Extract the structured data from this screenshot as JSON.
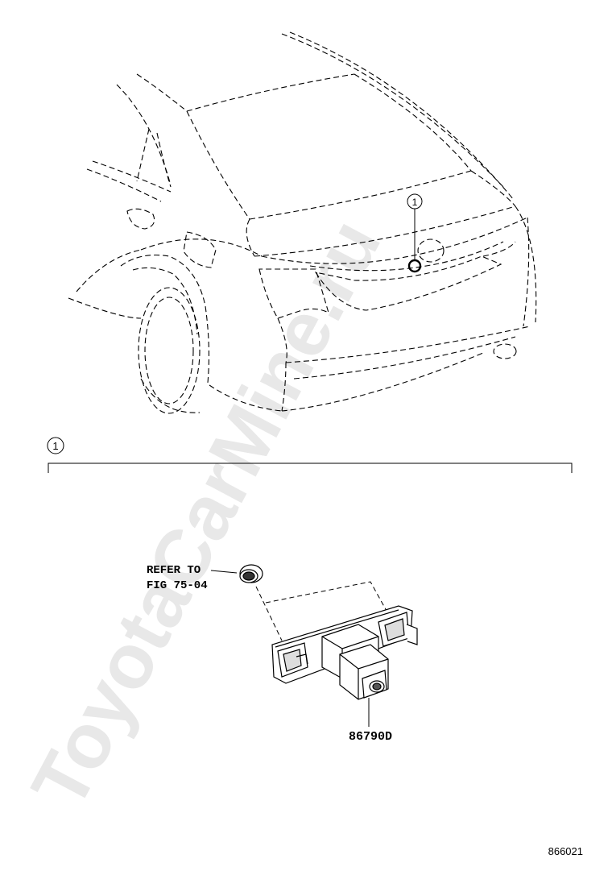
{
  "diagram": {
    "callout_number": "1",
    "section_marker": "1",
    "refer_line1": "REFER TO",
    "refer_line2": "FIG 75-04",
    "part_number": "86790D",
    "figure_id": "866021"
  },
  "watermark": "ToyotaCarMine.ru"
}
